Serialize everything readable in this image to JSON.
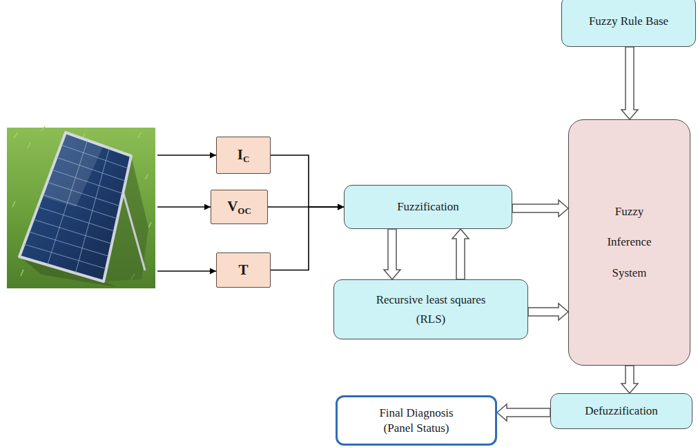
{
  "diagram": {
    "nodes": [
      {
        "text": [
          "IC"
        ]
      },
      {
        "text": [
          "VOC"
        ]
      },
      {
        "text": [
          "T"
        ]
      },
      {
        "text": [
          "Fuzzification"
        ]
      },
      {
        "text": [
          "Recursive least squares (RLS)"
        ]
      },
      {
        "text": [
          "Fuzzy Rule Base"
        ]
      },
      {
        "text": [
          "Fuzzy Inference System"
        ]
      },
      {
        "text": [
          "Defuzzification"
        ]
      },
      {
        "text": [
          "Final Diagnosis (Panel Status)"
        ]
      }
    ],
    "edges": [
      {
        "from": 0,
        "to": 3,
        "arrow": "to"
      },
      {
        "from": 1,
        "to": 3,
        "arrow": "to"
      },
      {
        "from": 2,
        "to": 3,
        "arrow": "to"
      },
      {
        "from": 3,
        "to": 6,
        "arrow": "to"
      },
      {
        "from": 3,
        "to": 4,
        "arrow": "to"
      },
      {
        "from": 4,
        "to": 3,
        "arrow": "to"
      },
      {
        "from": 4,
        "to": 6,
        "arrow": "to"
      },
      {
        "from": 5,
        "to": 6,
        "arrow": "to"
      },
      {
        "from": 6,
        "to": 7,
        "arrow": "to"
      },
      {
        "from": 7,
        "to": 8,
        "arrow": "to"
      }
    ]
  }
}
